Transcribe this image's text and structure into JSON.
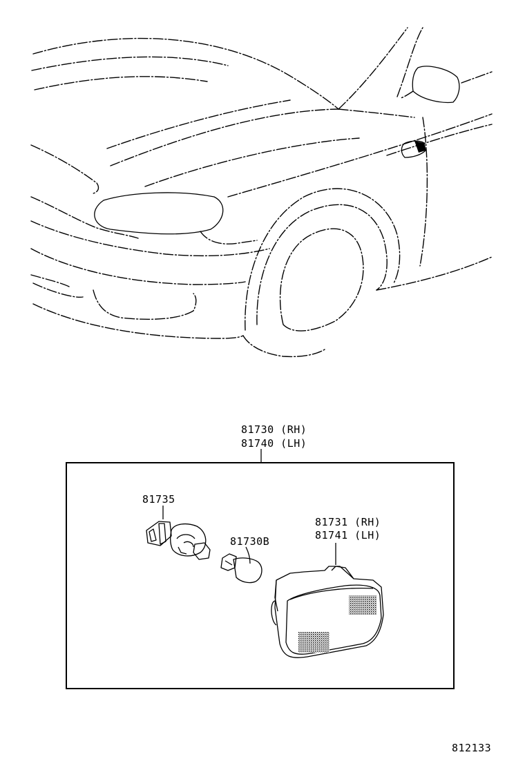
{
  "assembly_label": {
    "line1": "81730 (RH)",
    "line2": "81740 (LH)"
  },
  "socket_label": "81735",
  "bulb_label": "81730B",
  "lens_label": {
    "line1": "81731 (RH)",
    "line2": "81741 (LH)"
  },
  "diagram_code": "812133"
}
